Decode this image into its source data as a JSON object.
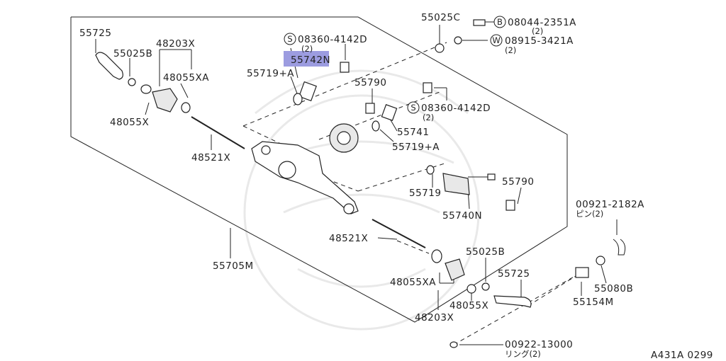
{
  "labels": {
    "p55725_top": "55725",
    "p48203x_top": "48203X",
    "p55025b_top": "55025B",
    "p48055xa_top": "48055XA",
    "p48055x_top": "48055X",
    "p48521x_top": "48521X",
    "p55705m": "55705M",
    "s08360_top": "08360-4142D",
    "s08360_top_qty": "(2)",
    "p55742n": "55742N",
    "p55719a_top": "55719+A",
    "p55025c": "55025C",
    "b08044": "08044-2351A",
    "b08044_qty": "(2)",
    "w08915": "08915-3421A",
    "w08915_qty": "(2)",
    "p55790_top": "55790",
    "s08360_mid": "08360-4142D",
    "s08360_mid_qty": "(2)",
    "p55741": "55741",
    "p55719a_mid": "55719+A",
    "p55719": "55719",
    "p55740n": "55740N",
    "p55790_mid": "55790",
    "p00921": "00921-2182A",
    "p00921_sub": "ピン(2)",
    "p48521x_low": "48521X",
    "p55025b_low": "55025B",
    "p55725_low": "55725",
    "p48055xa_low": "48055XA",
    "p48055x_low": "48055X",
    "p48203x_low": "48203X",
    "p55154m": "55154M",
    "p55080b": "55080B",
    "p00922": "00922-13000",
    "p00922_sub": "リング(2)",
    "footer_code": "A431A 0299"
  },
  "badges": {
    "s_top": "S",
    "b": "B",
    "w": "W",
    "s_mid": "S"
  },
  "colors": {
    "highlight": "#9c9ce0",
    "ink": "#222222"
  }
}
